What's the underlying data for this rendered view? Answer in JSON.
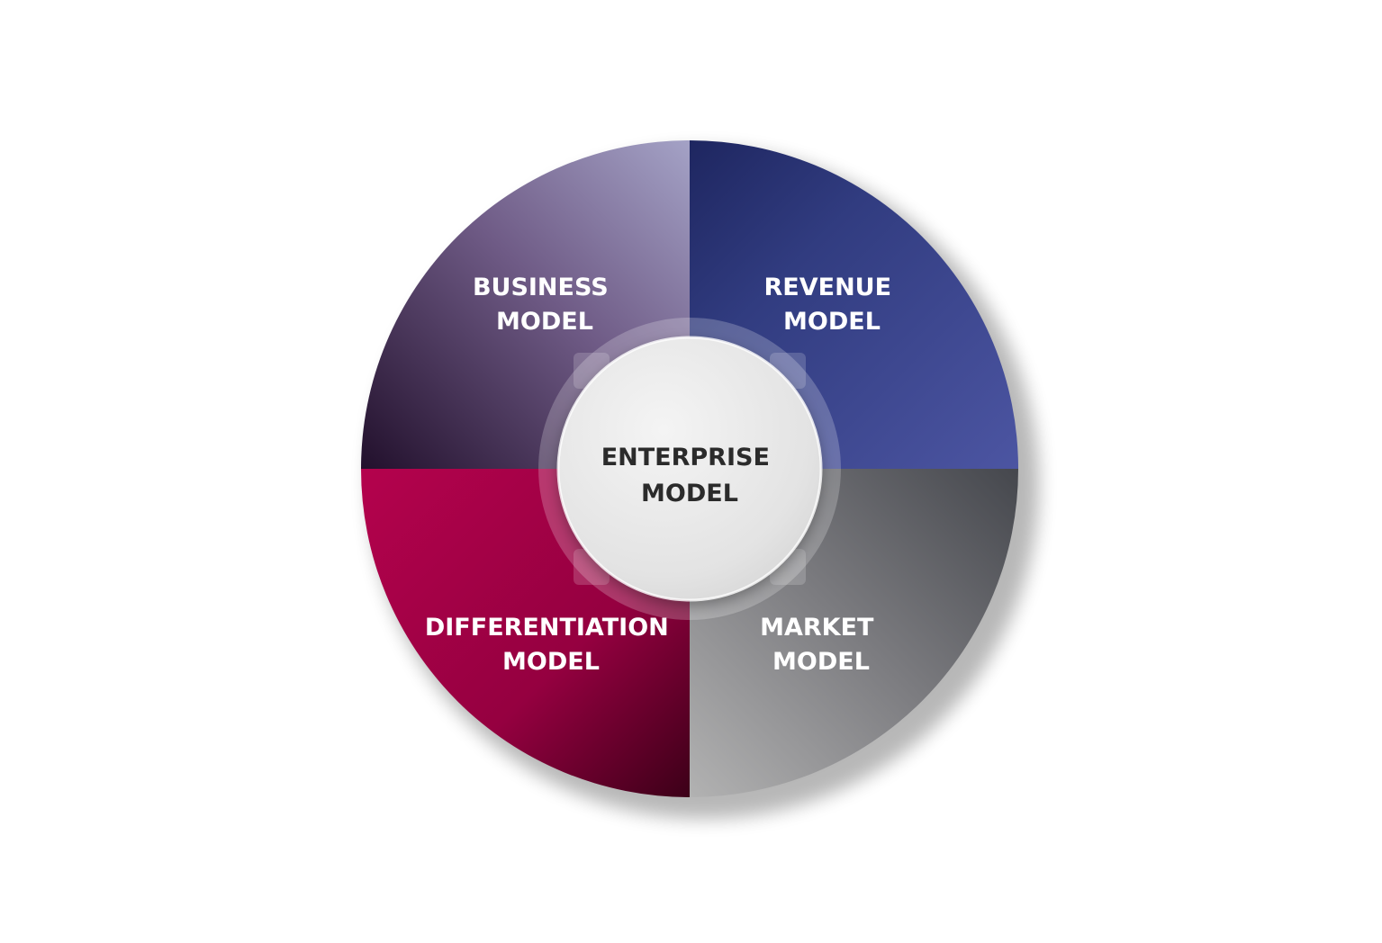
{
  "center": {
    "line1": "ENTERPRISE",
    "line2": "MODEL"
  },
  "quadrants": {
    "top_left": {
      "line1": "BUSINESS",
      "line2": "MODEL"
    },
    "top_right": {
      "line1": "REVENUE",
      "line2": "MODEL"
    },
    "bottom_left": {
      "line1": "DIFFERENTIATION",
      "line2": "MODEL"
    },
    "bottom_right": {
      "line1": "MARKET",
      "line2": "MODEL"
    }
  },
  "colors": {
    "business": "#7a6a96",
    "revenue": "#3a4490",
    "differentiation": "#a4003f",
    "market": "#8a8a8c",
    "center": "#ececec"
  }
}
